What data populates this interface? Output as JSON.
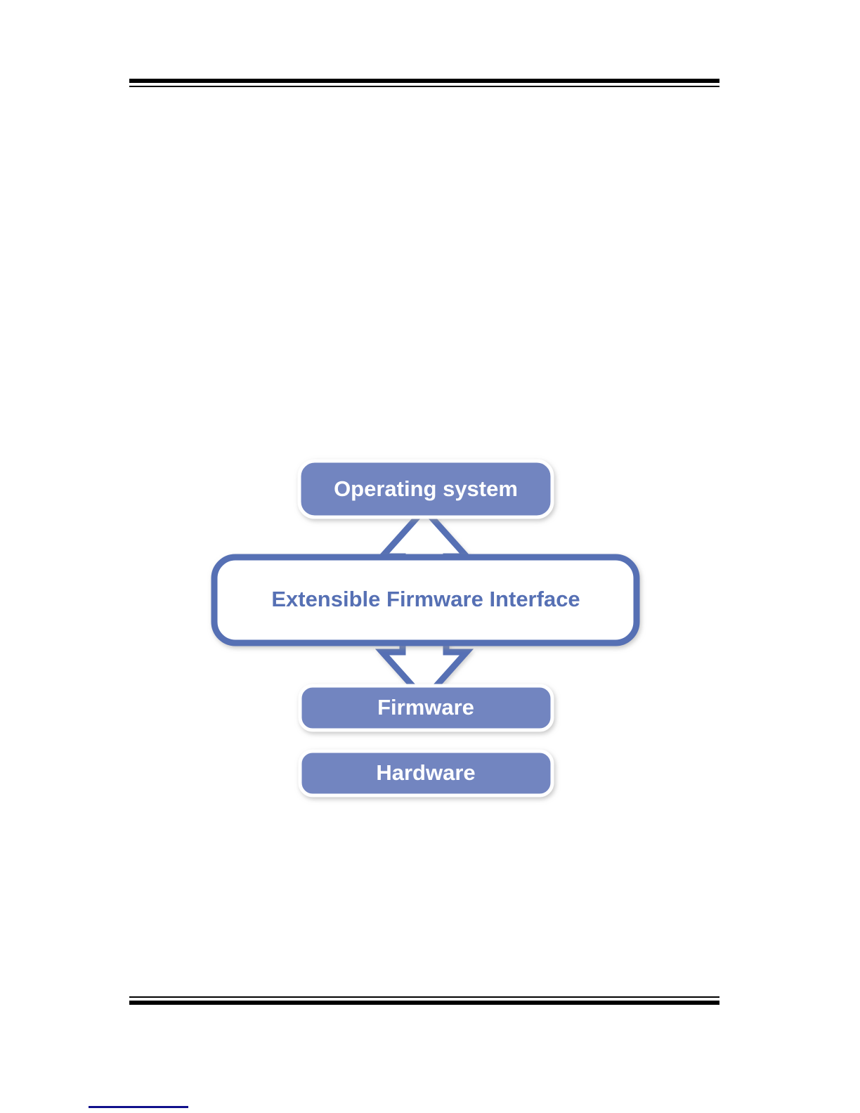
{
  "page": {
    "background_color": "#ffffff",
    "header_rule": {
      "name": "header-rule",
      "thick_color": "#000000",
      "thin_color": "#000000"
    },
    "footer_rule": {
      "name": "footer-rule",
      "thick_color": "#000000",
      "thin_color": "#000000"
    },
    "footnote_separator": {
      "name": "footnote-separator",
      "color": "#10108c"
    }
  },
  "diagram": {
    "title": "",
    "type": "stack-diagram",
    "colors": {
      "fill_blue": "#7285c0",
      "stroke_blue": "#5670b4",
      "text_on_fill": "#ffffff",
      "text_on_open": "#5670b4",
      "shadow": "#c8c8c8",
      "white": "#ffffff"
    },
    "nodes": [
      {
        "id": "operating-system",
        "label": "Operating system",
        "style": "filled-rounded-rect",
        "fill": "#7285c0",
        "text_color": "#ffffff"
      },
      {
        "id": "extensible-firmware-interface",
        "label": "Extensible Firmware Interface",
        "style": "outlined-rounded-rect",
        "fill": "#ffffff",
        "stroke": "#5670b4",
        "text_color": "#5670b4"
      },
      {
        "id": "firmware",
        "label": "Firmware",
        "style": "filled-rounded-rect",
        "fill": "#7285c0",
        "text_color": "#ffffff"
      },
      {
        "id": "hardware",
        "label": "Hardware",
        "style": "filled-rounded-rect",
        "fill": "#7285c0",
        "text_color": "#ffffff"
      }
    ],
    "connectors": [
      {
        "id": "arrow-up-efi-to-os",
        "style": "hollow-block-arrow",
        "direction": "up",
        "from": "extensible-firmware-interface",
        "to": "operating-system",
        "stroke": "#5670b4",
        "fill": "#ffffff"
      },
      {
        "id": "arrow-down-efi-to-firmware",
        "style": "hollow-block-arrow",
        "direction": "down",
        "from": "extensible-firmware-interface",
        "to": "firmware",
        "stroke": "#5670b4",
        "fill": "#ffffff"
      }
    ]
  }
}
